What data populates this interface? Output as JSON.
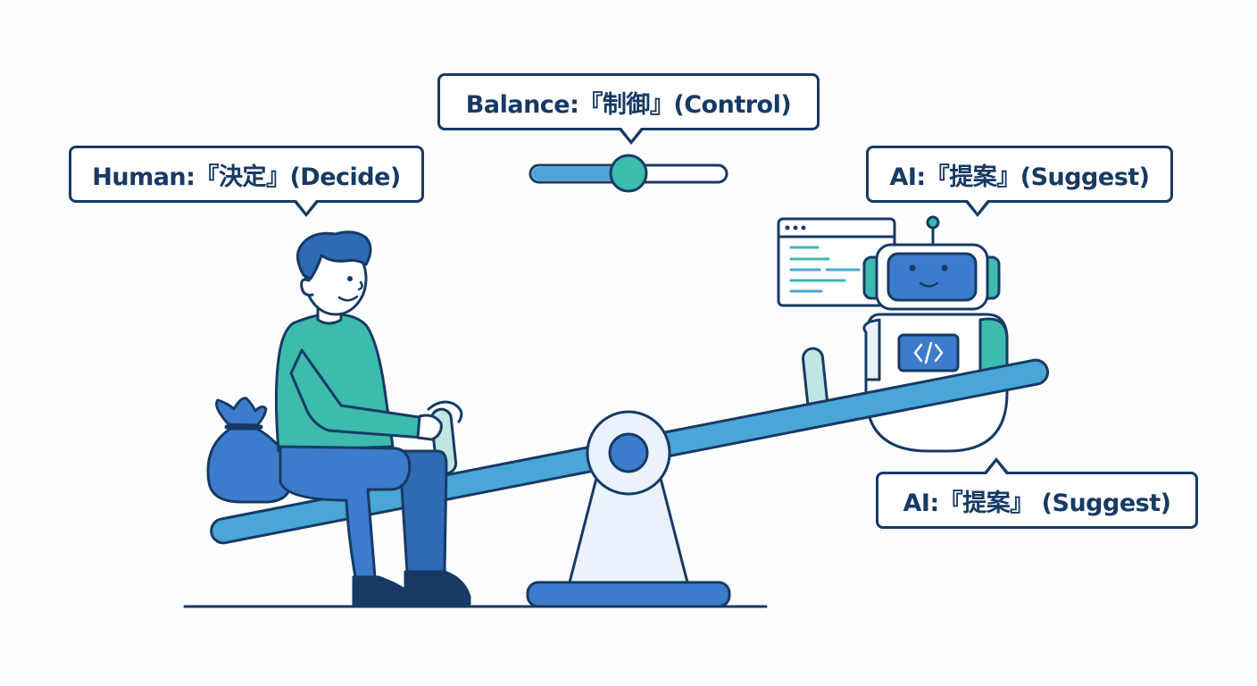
{
  "labels": {
    "human": "Human:『決定』(Decide)",
    "balance": "Balance:『制御』(Control)",
    "ai_top": "AI:『提案』(Suggest)",
    "ai_bottom": "AI:『提案』 (Suggest)"
  },
  "balance_slider": {
    "level": 0.5
  },
  "colors": {
    "outline": "#173a64",
    "teal": "#3dbbad",
    "blue": "#3d7ccc",
    "light_blue": "#4aa6d6",
    "pale": "#eaf3fb"
  },
  "icons": {
    "human": "person-figure",
    "ai": "robot-figure",
    "bag": "money-bag-icon",
    "window": "code-window-icon",
    "code": "code-tag-icon"
  }
}
